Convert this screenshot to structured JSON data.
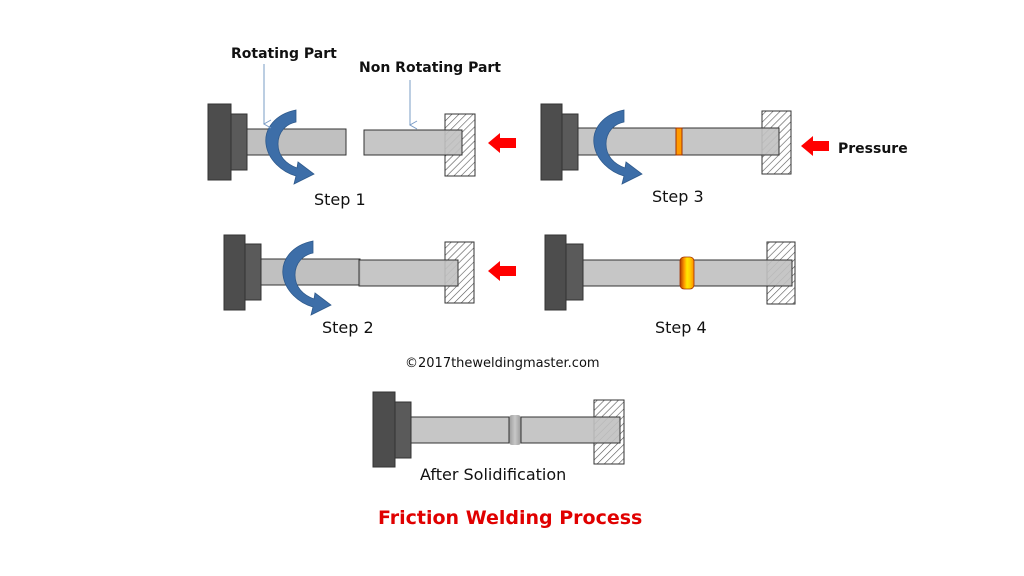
{
  "annotations": {
    "rotating_part": "Rotating Part",
    "non_rotating_part": "Non Rotating Part",
    "pressure": "Pressure"
  },
  "steps": [
    {
      "id": "step1",
      "label": "Step 1"
    },
    {
      "id": "step2",
      "label": "Step 2"
    },
    {
      "id": "step3",
      "label": "Step 3"
    },
    {
      "id": "step4",
      "label": "Step 4"
    }
  ],
  "final": {
    "label": "After Solidification"
  },
  "copyright": "©2017theweldingmaster.com",
  "title": "Friction Welding Process",
  "colors": {
    "chuck_dark": "#4d4d4d",
    "chuck_mid": "#5a5a5a",
    "rod": "#c0c0c0",
    "rotation_arrow": "#3d6ea8",
    "pressure_arrow": "#ff0000",
    "title": "#e00000",
    "weld_hot": "#ffd200",
    "weld_edge": "#c05000"
  },
  "icons": {
    "rotation": "rotation-arrow-icon",
    "pressure": "pressure-arrow-icon"
  }
}
